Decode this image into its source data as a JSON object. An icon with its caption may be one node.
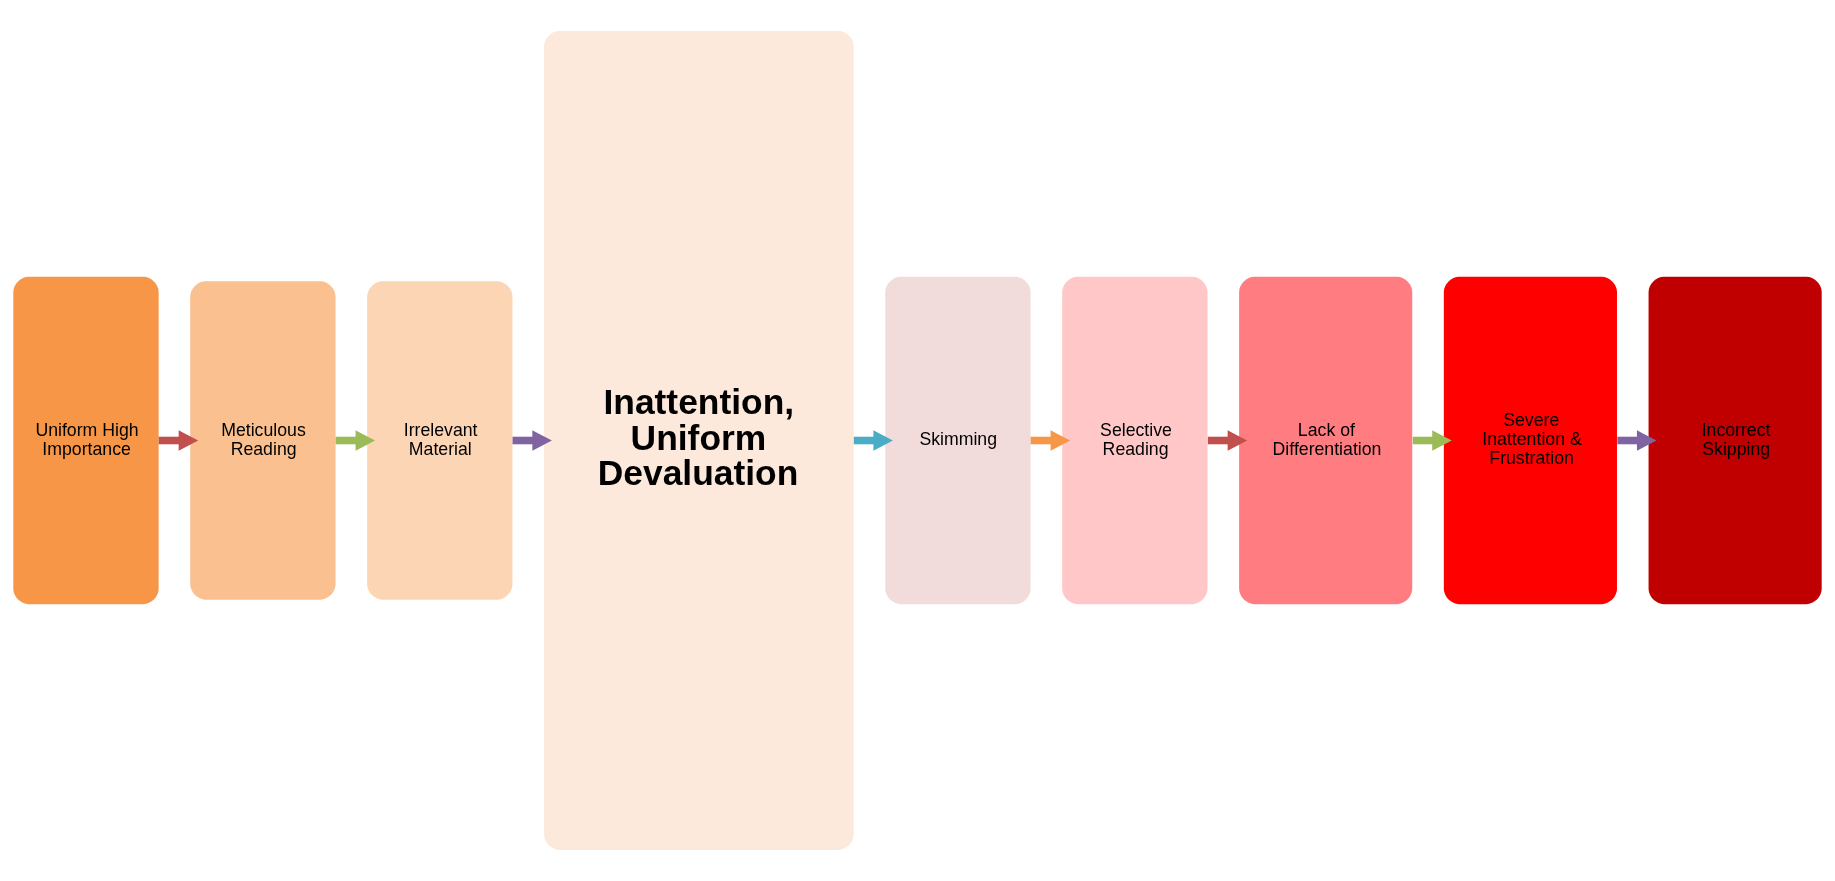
{
  "diagram": {
    "nodes": [
      {
        "text": [
          "Uniform High Importance"
        ]
      },
      {
        "text": [
          "Meticulous Reading"
        ]
      },
      {
        "text": [
          "Irrelevant Material"
        ]
      },
      {
        "text": [
          "Inattention, Uniform Devaluation"
        ]
      },
      {
        "text": [
          "Skimming"
        ]
      },
      {
        "text": [
          "Selective Reading"
        ]
      },
      {
        "text": [
          "Lack of Differentiation"
        ]
      },
      {
        "text": [
          "Severe Inattention & Frustration"
        ]
      },
      {
        "text": [
          "Incorrect Skipping"
        ]
      }
    ],
    "edges": [
      {
        "from": 0,
        "to": 1,
        "arrow": "to",
        "color": "#c0504d"
      },
      {
        "from": 1,
        "to": 2,
        "arrow": "to",
        "color": "#9bbb59"
      },
      {
        "from": 2,
        "to": 3,
        "arrow": "to",
        "color": "#8064a2"
      },
      {
        "from": 3,
        "to": 4,
        "arrow": "to",
        "color": "#4bacc6"
      },
      {
        "from": 4,
        "to": 5,
        "arrow": "to",
        "color": "#f79646"
      },
      {
        "from": 5,
        "to": 6,
        "arrow": "to",
        "color": "#c0504d"
      },
      {
        "from": 6,
        "to": 7,
        "arrow": "to",
        "color": "#9bbb59"
      },
      {
        "from": 7,
        "to": 8,
        "arrow": "to",
        "color": "#8064a2"
      }
    ]
  }
}
